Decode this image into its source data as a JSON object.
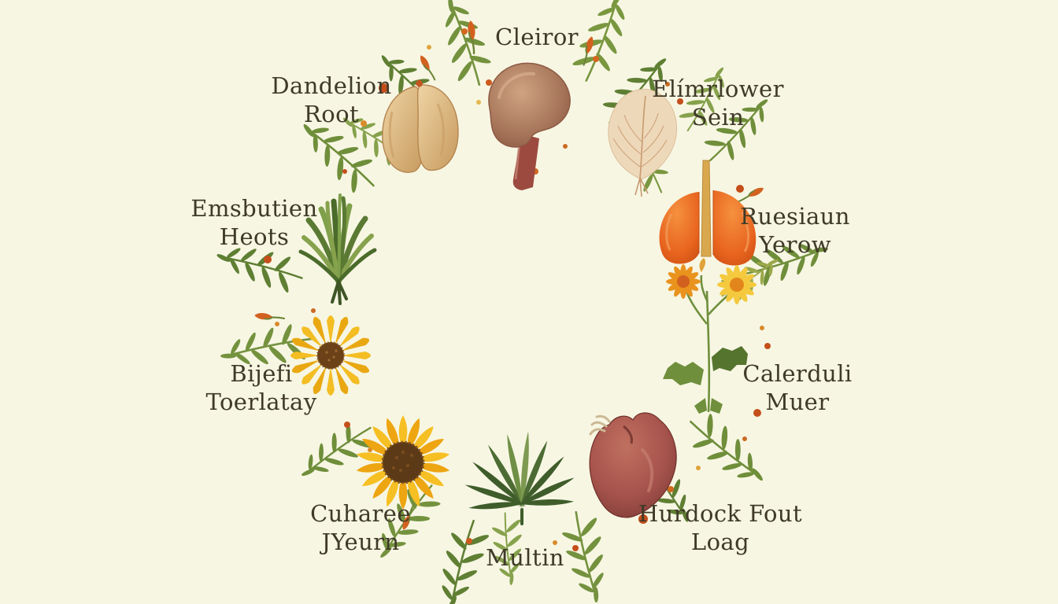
{
  "illustration": {
    "type": "botanical-wreath",
    "description": "Watercolor-style circular wreath of herbs, flowers and organ motifs with hand-lettered labels",
    "background_color": "#f7f6e3",
    "text_color": "#3f3a28",
    "palette": {
      "leaf_olive": "#74923e",
      "leaf_dark": "#5f7f33",
      "berry_orange": "#c44f1a",
      "flower_yellow": "#f6bf23",
      "lung_orange": "#e8641f",
      "heart_red": "#a5524c",
      "seed_tan": "#e3c08f",
      "kidney_brown": "#ab7a5e"
    },
    "motifs": [
      "seed-pods",
      "kidney-organ",
      "skeleton-leaf",
      "herb-bush",
      "orange-lungs",
      "arnica-flower",
      "calendula-plant",
      "sunflower",
      "fern-leaf",
      "heart-organ",
      "rosemary-sprigs",
      "orange-berry-dots",
      "flower-buds"
    ],
    "labels": [
      {
        "id": "top",
        "line1": "Cleiror"
      },
      {
        "id": "top-right",
        "line1": "Elímrlower",
        "line2": "Sein"
      },
      {
        "id": "right-upper",
        "line1": "Ruesiaun",
        "line2": "Yerow"
      },
      {
        "id": "right-lower",
        "line1": "Calerduli",
        "line2": "Muer"
      },
      {
        "id": "bottom-right",
        "line1": "Hurdock Fout",
        "line2": "Loag"
      },
      {
        "id": "bottom",
        "line1": "Multin"
      },
      {
        "id": "bottom-left",
        "line1": "Cuharee",
        "line2": "JYeurn"
      },
      {
        "id": "left-lower",
        "line1": "Bijefi",
        "line2": "Toerlatay"
      },
      {
        "id": "left-upper",
        "line1": "Emsbutien",
        "line2": "Heots"
      },
      {
        "id": "top-left",
        "line1": "Dandelion",
        "line2": "Root"
      }
    ]
  }
}
